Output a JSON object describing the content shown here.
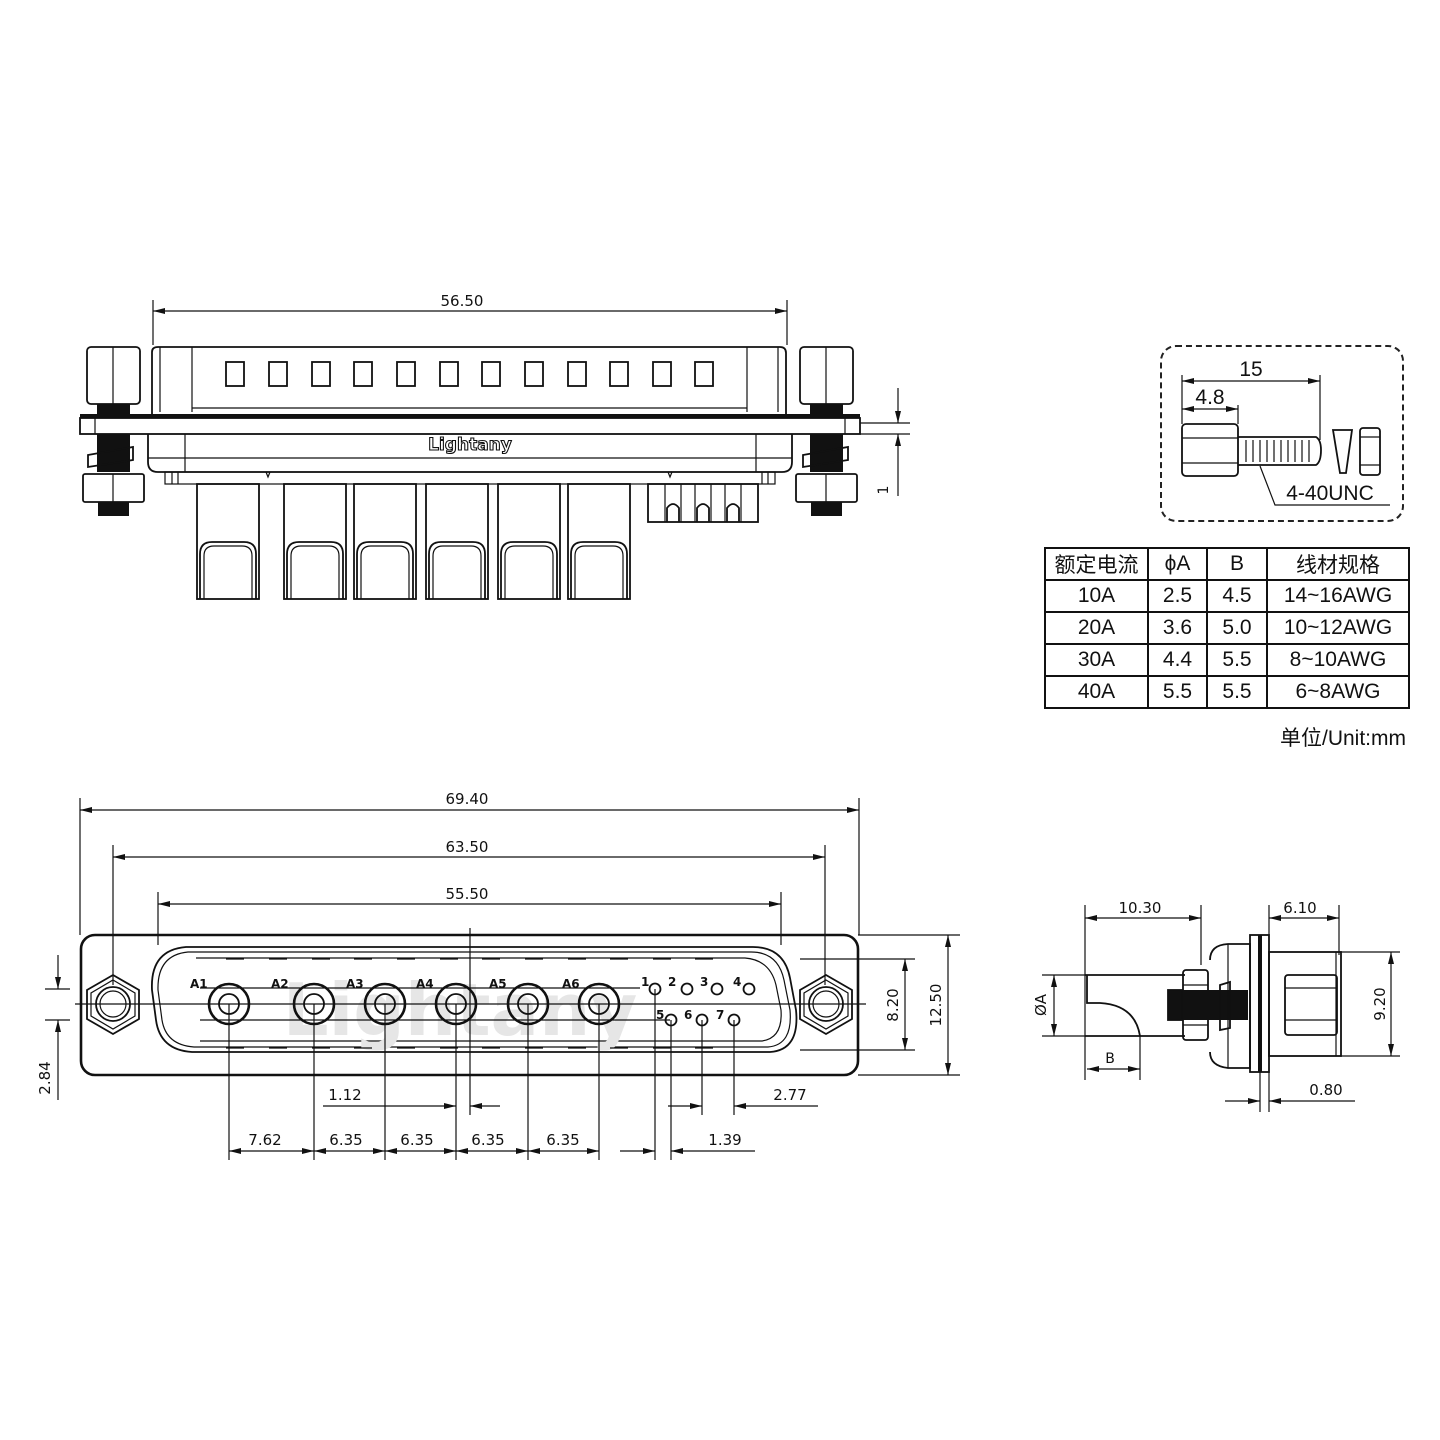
{
  "top_view": {
    "name": "side elevation view",
    "dim_overall_shell": "56.50",
    "dim_panel_thickness": "1",
    "logo_text": "Lightany",
    "slot_count": 12,
    "power_contacts": 6,
    "signal_contacts_visible": 3
  },
  "front_view": {
    "name": "front face view",
    "dim_flange_width": "69.40",
    "dim_mount_hole_pitch": "63.50",
    "dim_shell_width": "55.50",
    "dim_shell_height": "8.20",
    "dim_flange_height": "12.50",
    "dim_row_offset": "2.84",
    "dim_center_offset": "1.12",
    "dim_signal_pitch_right": "2.77",
    "dim_signal_offset": "1.39",
    "pitches": [
      "7.62",
      "6.35",
      "6.35",
      "6.35",
      "6.35"
    ],
    "power_pin_labels": [
      "A1",
      "A2",
      "A3",
      "A4",
      "A5",
      "A6"
    ],
    "signal_pin_labels_top": [
      "1",
      "2",
      "3",
      "4"
    ],
    "signal_pin_labels_bottom": [
      "5",
      "6",
      "7"
    ],
    "watermark": "Lightany"
  },
  "side_view": {
    "name": "profile view",
    "dim_contact_length": "10.30",
    "dim_shell_depth": "6.10",
    "dim_height": "9.20",
    "dim_panel": "0.80",
    "label_diameter": "ØA",
    "label_b": "B"
  },
  "screw_inset": {
    "dim_total_length": "15",
    "dim_head_length": "4.8",
    "thread_spec": "4-40UNC"
  },
  "spec_table": {
    "headers": [
      "额定电流",
      "ϕA",
      "B",
      "线材规格"
    ],
    "rows": [
      [
        "10A",
        "2.5",
        "4.5",
        "14~16AWG"
      ],
      [
        "20A",
        "3.6",
        "5.0",
        "10~12AWG"
      ],
      [
        "30A",
        "4.4",
        "5.5",
        "8~10AWG"
      ],
      [
        "40A",
        "5.5",
        "5.5",
        "6~8AWG"
      ]
    ],
    "unit_note": "单位/Unit:mm"
  }
}
